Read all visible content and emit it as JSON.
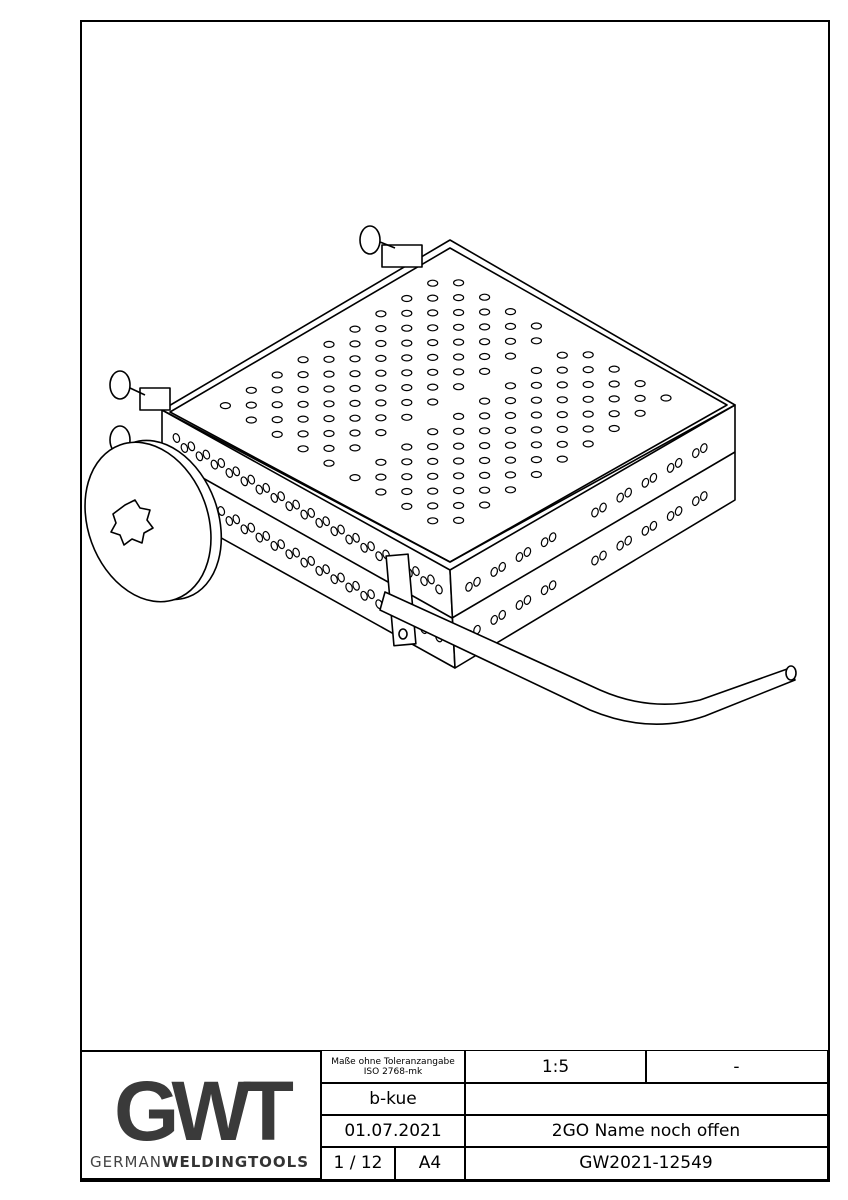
{
  "title_block": {
    "logo_mark": "GWT",
    "logo_text_light": "GERMAN",
    "logo_text_bold": "WELDINGTOOLS",
    "tolerance_line1": "Maße ohne Toleranzangabe",
    "tolerance_line2": "ISO 2768-mk",
    "scale": "1:5",
    "material": "-",
    "author": "b-kue",
    "date": "01.07.2021",
    "name": "2GO Name noch offen",
    "sheet": "1 / 12",
    "format": "A4",
    "drawing_number": "GW2021-12549"
  }
}
